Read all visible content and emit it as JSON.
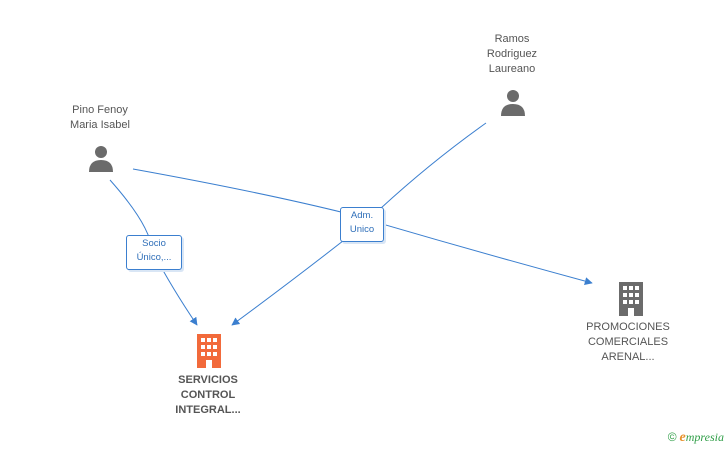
{
  "colors": {
    "edge": "#3b7fcf",
    "person": "#6b6b6b",
    "company_main": "#f26a3b",
    "company_other": "#6b6b6b",
    "brand": "#2f9e47"
  },
  "persons": {
    "pino": {
      "line1": "Pino Fenoy",
      "line2": "Maria Isabel",
      "icon": "person-icon"
    },
    "ramos": {
      "line1": "Ramos",
      "line2": "Rodriguez",
      "line3": "Laureano",
      "icon": "person-icon"
    }
  },
  "companies": {
    "servicios": {
      "line1": "SERVICIOS",
      "line2": "CONTROL",
      "line3": "INTEGRAL...",
      "icon": "building-icon"
    },
    "promociones": {
      "line1": "PROMOCIONES",
      "line2": "COMERCIALES",
      "line3": "ARENAL...",
      "icon": "building-icon"
    }
  },
  "relations": {
    "socio": {
      "line1": "Socio",
      "line2": "Único,..."
    },
    "adm": {
      "line1": "Adm.",
      "line2": "Unico"
    }
  },
  "brand": {
    "copyright": "©",
    "initial": "e",
    "name": "mpresia"
  }
}
